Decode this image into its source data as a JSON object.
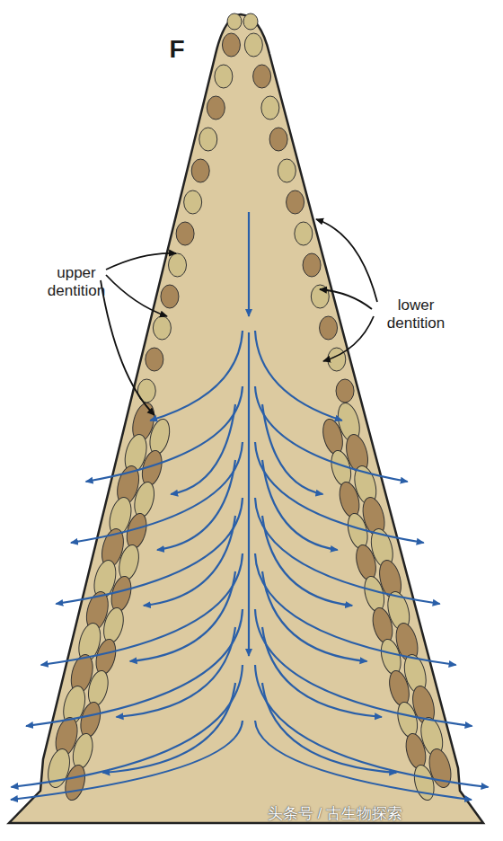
{
  "diagram": {
    "labels": [
      "F",
      "upper dentition",
      "lower dentition",
      "头条号 / 古生物探索"
    ]
  }
}
